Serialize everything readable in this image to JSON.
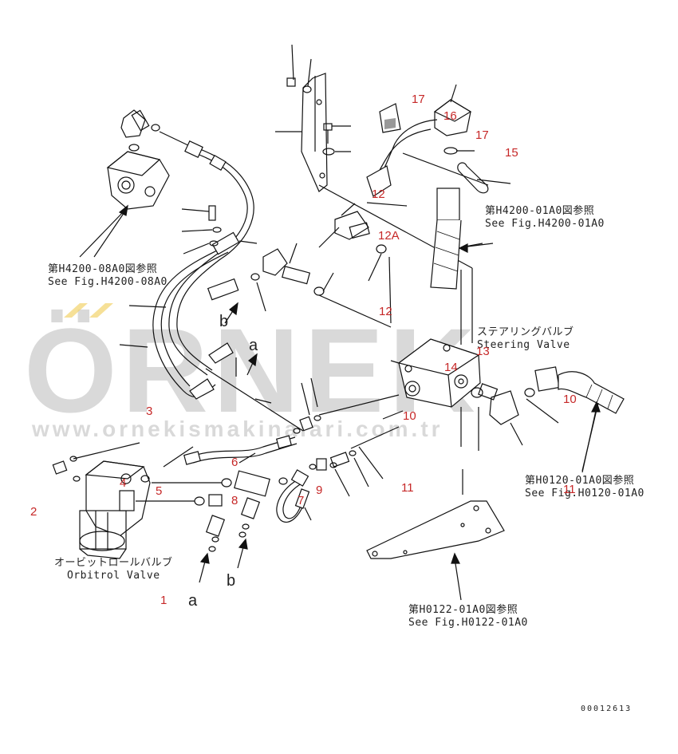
{
  "watermark": {
    "brand": "ÖRNEK",
    "url": "www.ornekismakinalari.com.tr"
  },
  "references": [
    {
      "ja": "第H4200-08A0図参照",
      "en": "See Fig.H4200-08A0"
    },
    {
      "ja": "第H4200-01A0図参照",
      "en": "See Fig.H4200-01A0"
    },
    {
      "ja": "第H0120-01A0図参照",
      "en": "See Fig.H0120-01A0"
    },
    {
      "ja": "第H0122-01A0図参照",
      "en": "See Fig.H0122-01A0"
    }
  ],
  "components": [
    {
      "ja": "ステアリングバルブ",
      "en": "Steering Valve"
    },
    {
      "ja": "オービットロールバルブ",
      "en": "Orbitrol Valve"
    }
  ],
  "part_numbers": [
    "17",
    "16",
    "17",
    "15",
    "12",
    "12A",
    "12",
    "13",
    "14",
    "10",
    "10",
    "11",
    "3",
    "6",
    "2",
    "4",
    "5",
    "8",
    "7",
    "9",
    "11",
    "1"
  ],
  "connection_labels": [
    "b",
    "a",
    "a",
    "b"
  ],
  "figure_code": "00012613",
  "colors": {
    "callout": "#c62828",
    "line": "#111111",
    "watermark": "#9a9a9a",
    "watermark_accent": "#f2d36b"
  }
}
